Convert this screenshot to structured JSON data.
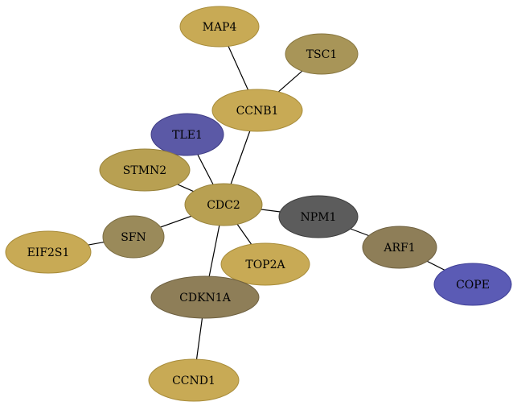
{
  "nodes": [
    {
      "id": "MAP4",
      "label": "MAP4",
      "fill": "#c8aa55",
      "stroke": "#a88c3a"
    },
    {
      "id": "TSC1",
      "label": "TSC1",
      "fill": "#a89558",
      "stroke": "#877640"
    },
    {
      "id": "CCNB1",
      "label": "CCNB1",
      "fill": "#c8aa55",
      "stroke": "#a88c3a"
    },
    {
      "id": "TLE1",
      "label": "TLE1",
      "fill": "#5b59a6",
      "stroke": "#3f3d85"
    },
    {
      "id": "STMN2",
      "label": "STMN2",
      "fill": "#b8a052",
      "stroke": "#98823a"
    },
    {
      "id": "CDC2",
      "label": "CDC2",
      "fill": "#b8a052",
      "stroke": "#98823a"
    },
    {
      "id": "NPM1",
      "label": "NPM1",
      "fill": "#5c5c5c",
      "stroke": "#3c3c3c"
    },
    {
      "id": "SFN",
      "label": "SFN",
      "fill": "#9a8a5a",
      "stroke": "#7a6c42"
    },
    {
      "id": "EIF2S1",
      "label": "EIF2S1",
      "fill": "#c8aa55",
      "stroke": "#a88c3a"
    },
    {
      "id": "ARF1",
      "label": "ARF1",
      "fill": "#8e7e58",
      "stroke": "#6e6040"
    },
    {
      "id": "TOP2A",
      "label": "TOP2A",
      "fill": "#c8aa55",
      "stroke": "#a88c3a"
    },
    {
      "id": "COPE",
      "label": "COPE",
      "fill": "#5b5bb5",
      "stroke": "#3f3f95"
    },
    {
      "id": "CDKN1A",
      "label": "CDKN1A",
      "fill": "#8e7e58",
      "stroke": "#6e6040"
    },
    {
      "id": "CCND1",
      "label": "CCND1",
      "fill": "#c8aa55",
      "stroke": "#a88c3a"
    }
  ],
  "edges": [
    [
      "MAP4",
      "CCNB1"
    ],
    [
      "TSC1",
      "CCNB1"
    ],
    [
      "CCNB1",
      "CDC2"
    ],
    [
      "TLE1",
      "CDC2"
    ],
    [
      "STMN2",
      "CDC2"
    ],
    [
      "CDC2",
      "NPM1"
    ],
    [
      "CDC2",
      "SFN"
    ],
    [
      "CDC2",
      "TOP2A"
    ],
    [
      "CDC2",
      "CDKN1A"
    ],
    [
      "SFN",
      "EIF2S1"
    ],
    [
      "NPM1",
      "ARF1"
    ],
    [
      "ARF1",
      "COPE"
    ],
    [
      "CDKN1A",
      "CCND1"
    ]
  ]
}
